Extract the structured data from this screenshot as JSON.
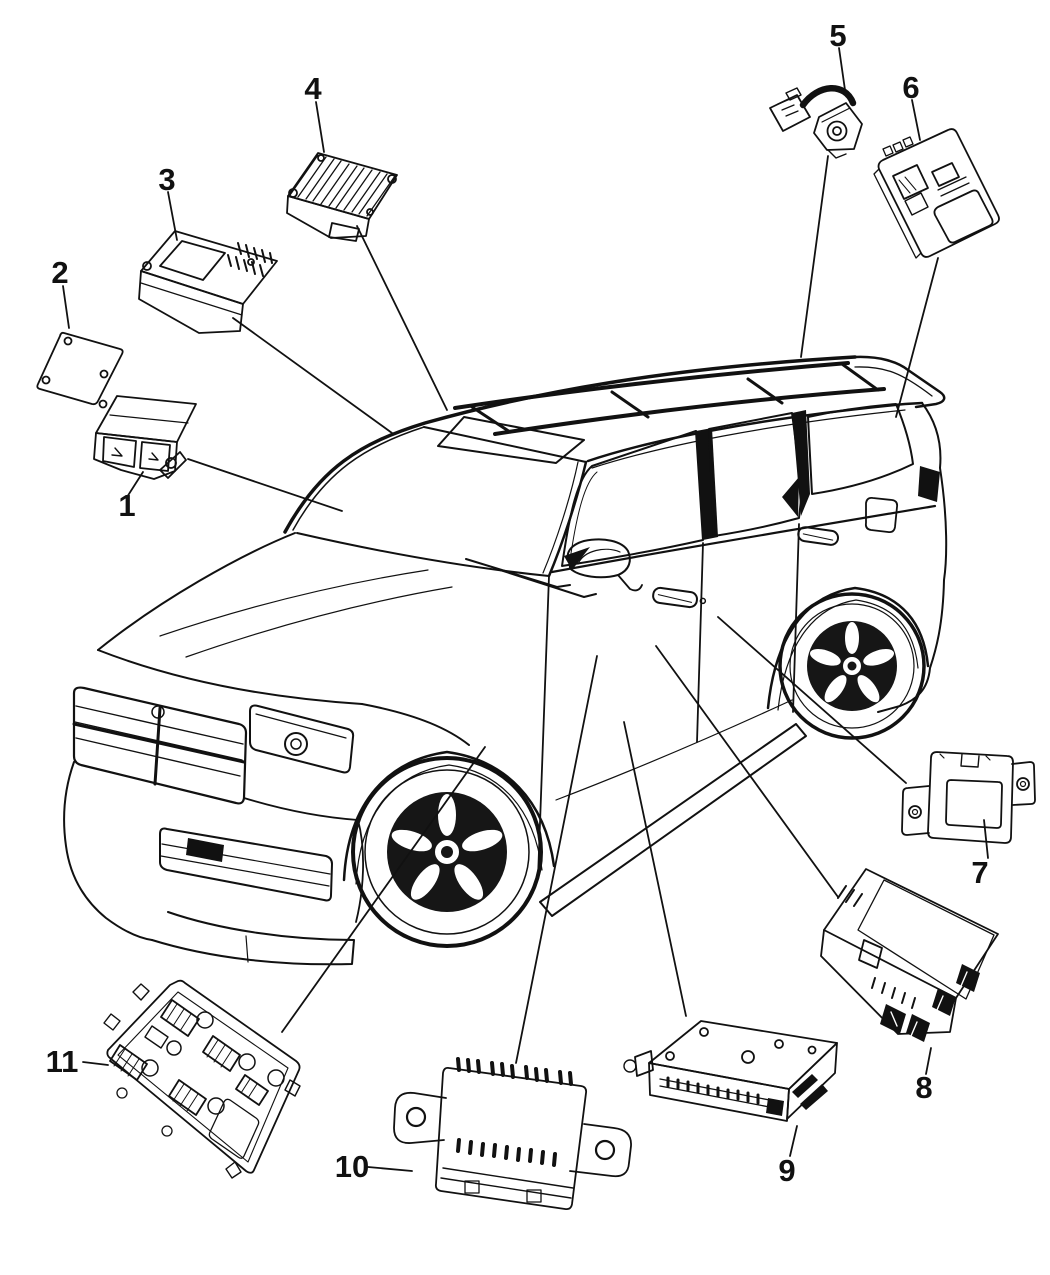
{
  "page": {
    "background": "#ffffff",
    "line_color": "#111111"
  },
  "figure": {
    "kind": "vehicle-parts-callout-diagram",
    "vehicle_illustration": "suv-three-quarter-front-left-line-art",
    "callouts": [
      {
        "number": "1"
      },
      {
        "number": "2"
      },
      {
        "number": "3"
      },
      {
        "number": "4"
      },
      {
        "number": "5"
      },
      {
        "number": "6"
      },
      {
        "number": "7"
      },
      {
        "number": "8"
      },
      {
        "number": "9"
      },
      {
        "number": "10"
      },
      {
        "number": "11"
      }
    ]
  }
}
